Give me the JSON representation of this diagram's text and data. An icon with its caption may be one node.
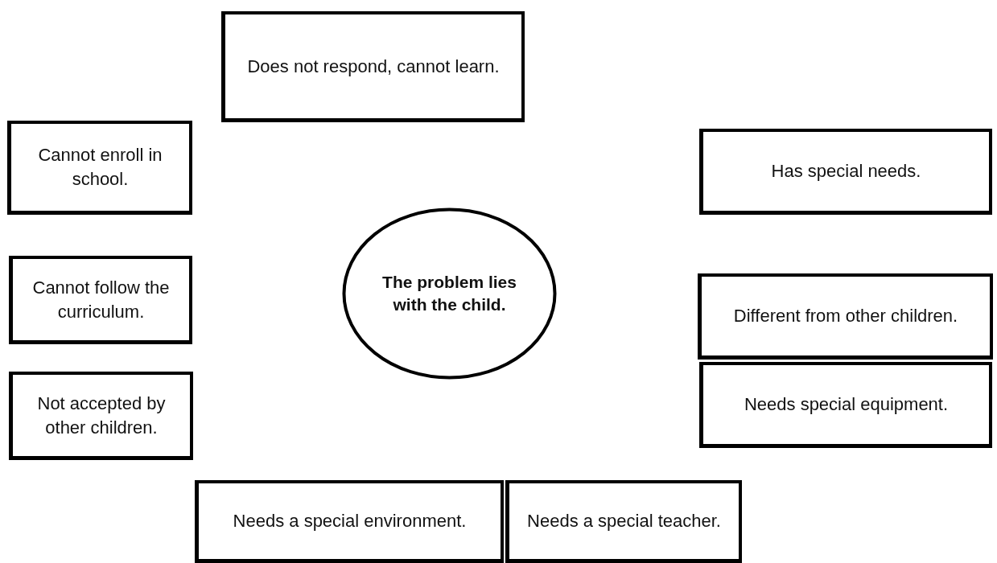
{
  "diagram": {
    "nodes": [
      {
        "text": [
          "Does not respond, cannot learn."
        ]
      },
      {
        "text": [
          "Cannot enroll in school."
        ]
      },
      {
        "text": [
          "Has special needs."
        ]
      },
      {
        "text": [
          "Cannot follow the curriculum."
        ]
      },
      {
        "text": [
          "The problem lies with the child."
        ]
      },
      {
        "text": [
          "Different from other children."
        ]
      },
      {
        "text": [
          "Not accepted by other children."
        ]
      },
      {
        "text": [
          "Needs special equipment."
        ]
      },
      {
        "text": [
          "Needs a special environment."
        ]
      },
      {
        "text": [
          "Needs a special teacher."
        ]
      }
    ]
  }
}
